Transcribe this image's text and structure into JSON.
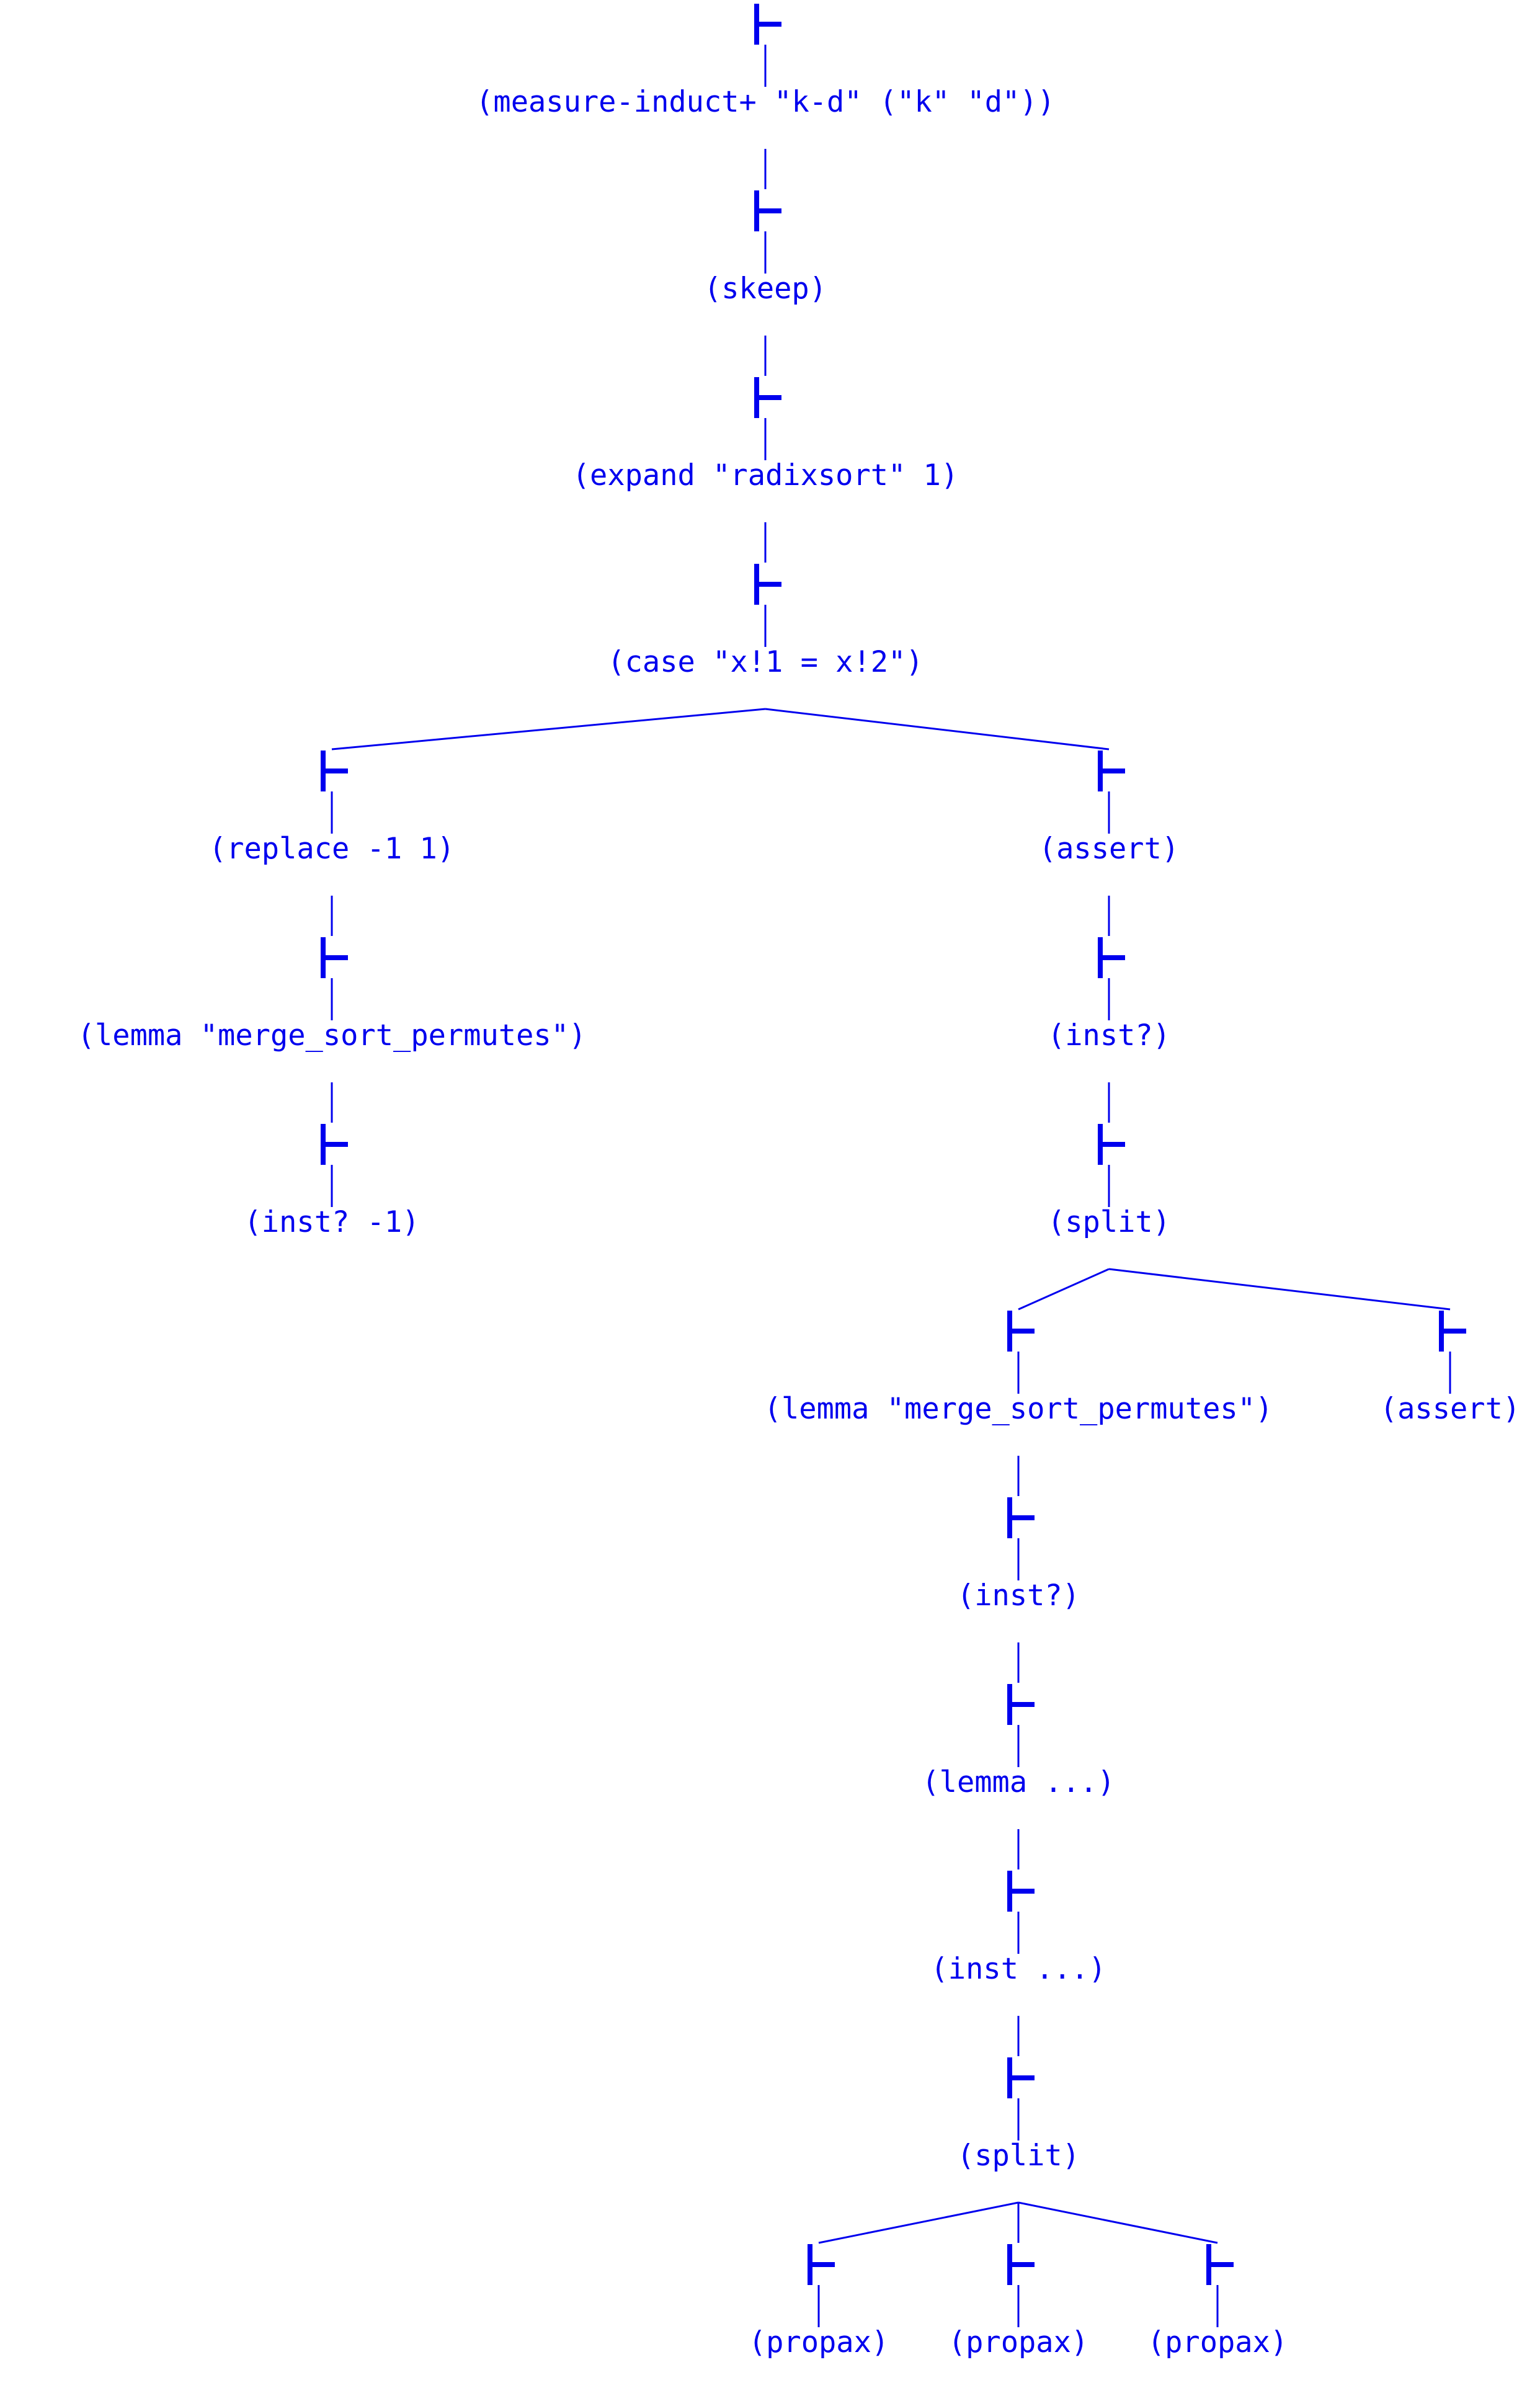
{
  "colors": {
    "ink": "#0000ee",
    "background": "#ffffff"
  },
  "tree": {
    "turnstile_symbol": "⊢",
    "root": {
      "id": "n0",
      "label": "(measure-induct+ \"k-d\" (\"k\" \"d\"))",
      "children": [
        {
          "id": "n1",
          "label": "(skeep)",
          "children": [
            {
              "id": "n2",
              "label": "(expand \"radixsort\" 1)",
              "children": [
                {
                  "id": "n3",
                  "label": "(case \"x!1 = x!2\")",
                  "children": [
                    {
                      "id": "n4",
                      "label": "(replace -1 1)",
                      "children": [
                        {
                          "id": "n5",
                          "label": "(lemma \"merge_sort_permutes\")",
                          "children": [
                            {
                              "id": "n6",
                              "label": "(inst? -1)",
                              "children": []
                            }
                          ]
                        }
                      ]
                    },
                    {
                      "id": "n7",
                      "label": "(assert)",
                      "children": [
                        {
                          "id": "n8",
                          "label": "(inst?)",
                          "children": [
                            {
                              "id": "n9",
                              "label": "(split)",
                              "children": [
                                {
                                  "id": "n10",
                                  "label": "(lemma \"merge_sort_permutes\")",
                                  "children": [
                                    {
                                      "id": "n11",
                                      "label": "(inst?)",
                                      "children": [
                                        {
                                          "id": "n12",
                                          "label": "(lemma ...)",
                                          "children": [
                                            {
                                              "id": "n13",
                                              "label": "(inst ...)",
                                              "children": [
                                                {
                                                  "id": "n14",
                                                  "label": "(split)",
                                                  "children": [
                                                    {
                                                      "id": "n15",
                                                      "label": "(propax)",
                                                      "children": []
                                                    },
                                                    {
                                                      "id": "n16",
                                                      "label": "(propax)",
                                                      "children": []
                                                    },
                                                    {
                                                      "id": "n17",
                                                      "label": "(propax)",
                                                      "children": []
                                                    }
                                                  ]
                                                }
                                              ]
                                            }
                                          ]
                                        }
                                      ]
                                    }
                                  ]
                                },
                                {
                                  "id": "n18",
                                  "label": "(assert)",
                                  "children": []
                                }
                              ]
                            }
                          ]
                        }
                      ]
                    }
                  ]
                }
              ]
            }
          ]
        }
      ]
    }
  }
}
